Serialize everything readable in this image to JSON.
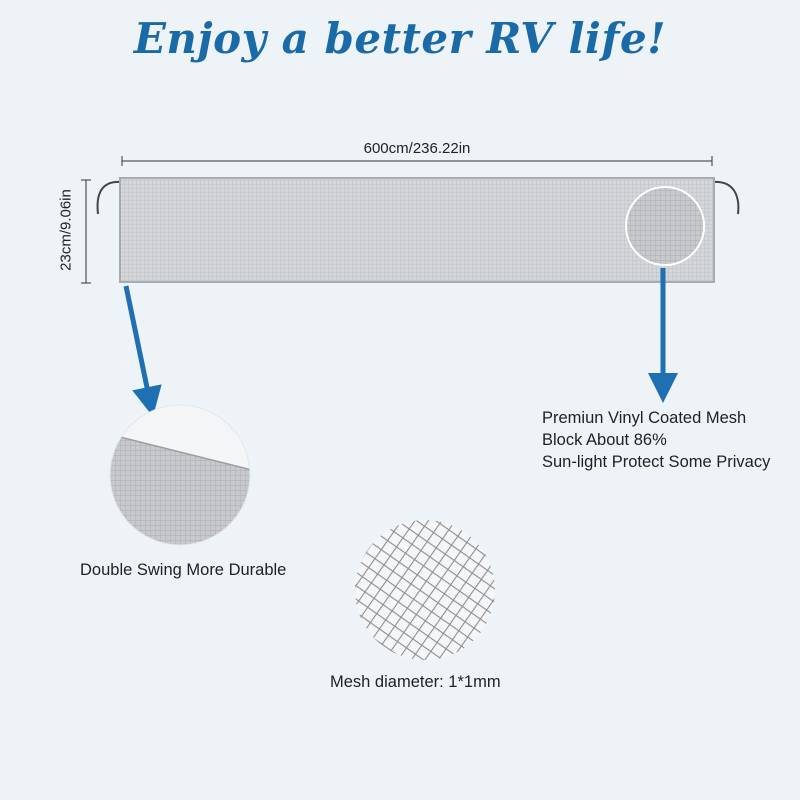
{
  "headline": "Enjoy a better RV life!",
  "dimensions": {
    "width_label": "600cm/236.22in",
    "height_label": "23cm/9.06in"
  },
  "features": {
    "premium_lines": [
      "Premiun Vinyl Coated Mesh",
      "Block About 86%",
      "Sun-light Protect Some Privacy"
    ],
    "double_swing": "Double Swing More Durable",
    "mesh_diameter": "Mesh diameter: 1*1mm"
  },
  "colors": {
    "background": "#eef3f8",
    "headline": "#1a6aa8",
    "arrow": "#1f6fb3",
    "mesh": "#cfd1d4"
  }
}
